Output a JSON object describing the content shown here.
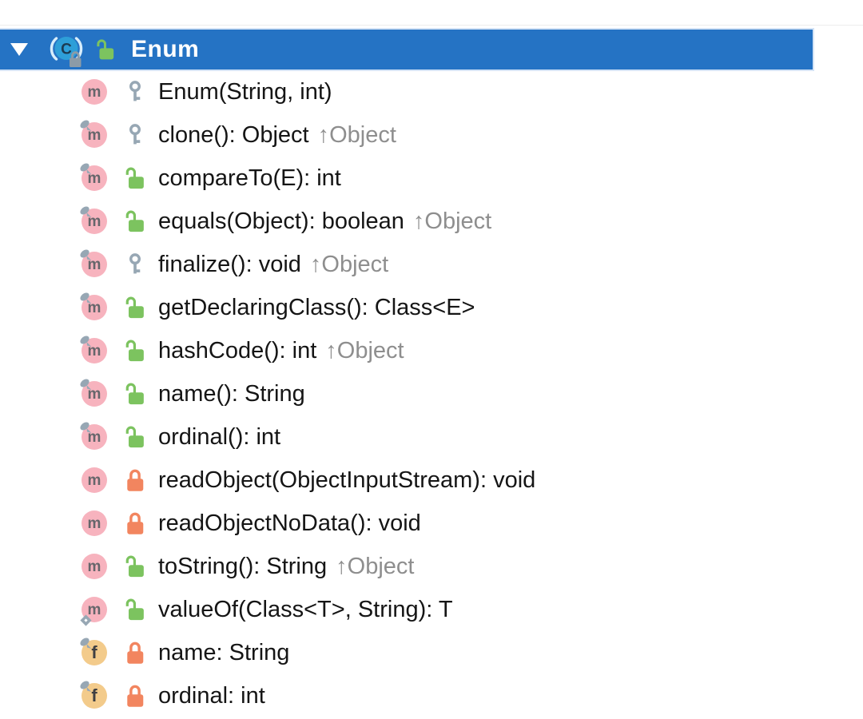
{
  "header": {
    "title": "Enum",
    "expanded": true,
    "icons": [
      "expand-arrow-icon",
      "class-icon",
      "open-lock-icon"
    ]
  },
  "icons": {
    "method_letter": "m",
    "field_letter": "f",
    "class_letter": "C",
    "inherited_arrow": "↑"
  },
  "colors": {
    "selection_blue": "#2573C4",
    "selection_halo": "#D5E4F6",
    "selected_text": "#FFFFFF",
    "method_pink": "#F7B3BE",
    "method_letter": "#66666B",
    "field_tan": "#F3CB8B",
    "field_letter": "#3F3F42",
    "public_green": "#7CC35F",
    "private_orange": "#F2855F",
    "gray_blue": "#97A7B4",
    "inherited_gray": "#8E8E8E",
    "text": "#151515",
    "class_blue": "#2E9FD8",
    "class_letter": "#1C3B52",
    "paren_light": "#D8EDFB",
    "overlay_lock_gray": "#8C9BA7"
  },
  "rows": [
    {
      "kind": "method",
      "visibility": "protected",
      "modifier": null,
      "label": "Enum(String, int)",
      "inherited": ""
    },
    {
      "kind": "method",
      "visibility": "protected",
      "modifier": "final",
      "label": "clone(): Object",
      "inherited": "↑Object"
    },
    {
      "kind": "method",
      "visibility": "public",
      "modifier": "final",
      "label": "compareTo(E): int",
      "inherited": ""
    },
    {
      "kind": "method",
      "visibility": "public",
      "modifier": "final",
      "label": "equals(Object): boolean",
      "inherited": "↑Object"
    },
    {
      "kind": "method",
      "visibility": "protected",
      "modifier": "final",
      "label": "finalize(): void",
      "inherited": "↑Object"
    },
    {
      "kind": "method",
      "visibility": "public",
      "modifier": "final",
      "label": "getDeclaringClass(): Class<E>",
      "inherited": ""
    },
    {
      "kind": "method",
      "visibility": "public",
      "modifier": "final",
      "label": "hashCode(): int",
      "inherited": "↑Object"
    },
    {
      "kind": "method",
      "visibility": "public",
      "modifier": "final",
      "label": "name(): String",
      "inherited": ""
    },
    {
      "kind": "method",
      "visibility": "public",
      "modifier": "final",
      "label": "ordinal(): int",
      "inherited": ""
    },
    {
      "kind": "method",
      "visibility": "private",
      "modifier": null,
      "label": "readObject(ObjectInputStream): void",
      "inherited": ""
    },
    {
      "kind": "method",
      "visibility": "private",
      "modifier": null,
      "label": "readObjectNoData(): void",
      "inherited": ""
    },
    {
      "kind": "method",
      "visibility": "public",
      "modifier": null,
      "label": "toString(): String",
      "inherited": "↑Object"
    },
    {
      "kind": "method",
      "visibility": "public",
      "modifier": "static",
      "label": "valueOf(Class<T>, String): T",
      "inherited": ""
    },
    {
      "kind": "field",
      "visibility": "private",
      "modifier": "final",
      "label": "name: String",
      "inherited": ""
    },
    {
      "kind": "field",
      "visibility": "private",
      "modifier": "final",
      "label": "ordinal: int",
      "inherited": ""
    }
  ]
}
